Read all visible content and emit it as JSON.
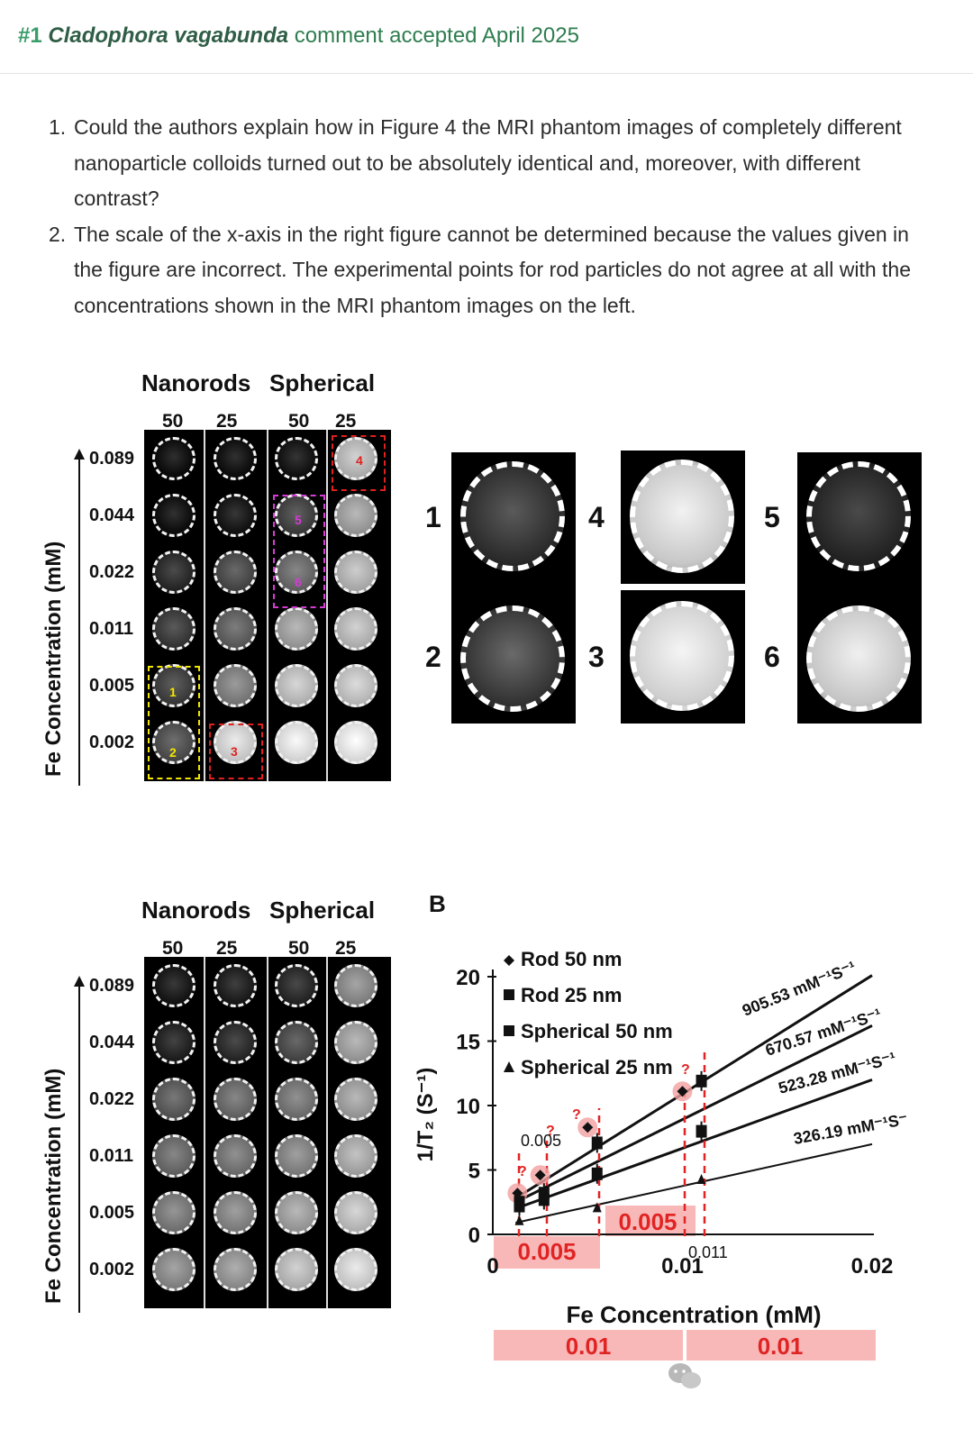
{
  "header": {
    "number": "#1",
    "species": "Cladophora vagabunda",
    "status": "comment accepted April 2025"
  },
  "comments": [
    {
      "num": "1.",
      "text": "Could the authors explain how in Figure 4 the MRI phantom images of completely different nanoparticle colloids turned out to be absolutely identical and, moreover, with different contrast?"
    },
    {
      "num": "2.",
      "text": "The scale of the x-axis in the right figure cannot be determined because the values given in the figure are incorrect. The experimental points for rod particles do not agree at all with the concentrations shown in the MRI phantom images on the left."
    }
  ],
  "phantom_top": {
    "col_groups": [
      "Nanorods",
      "Spherical"
    ],
    "sizes": [
      "50",
      "25",
      "50",
      "25"
    ],
    "ylabel": "Fe Concentration (mM)",
    "concentrations": [
      "0.089",
      "0.044",
      "0.022",
      "0.011",
      "0.005",
      "0.002"
    ],
    "markers": [
      "1",
      "2",
      "3",
      "4",
      "5",
      "6"
    ]
  },
  "zoom_panels": {
    "labels": [
      "1",
      "2",
      "4",
      "3",
      "5",
      "6"
    ]
  },
  "phantom_bottom": {
    "col_groups": [
      "Nanorods",
      "Spherical"
    ],
    "sizes": [
      "50",
      "25",
      "50",
      "25"
    ],
    "ylabel": "Fe Concentration (mM)",
    "concentrations": [
      "0.089",
      "0.044",
      "0.022",
      "0.011",
      "0.005",
      "0.002"
    ]
  },
  "chart_data": {
    "type": "scatter",
    "panel_label": "B",
    "xlabel": "Fe Concentration (mM)",
    "ylabel": "1/T₂ (S⁻¹)",
    "xlim": [
      0,
      0.02
    ],
    "ylim": [
      0,
      20
    ],
    "x_ticks": [
      "0",
      "0.01",
      "0.02"
    ],
    "y_ticks": [
      "0",
      "5",
      "10",
      "15",
      "20"
    ],
    "legend": [
      "Rod 50 nm",
      "Rod 25 nm",
      "Spherical 50 nm",
      "Spherical 25 nm"
    ],
    "legend_position": "top-left",
    "fit_labels": [
      "905.53 mM⁻¹S⁻¹",
      "670.57 mM⁻¹S⁻¹",
      "523.28 mM⁻¹S⁻¹",
      "326.19 mM⁻¹S⁻"
    ],
    "series": [
      {
        "name": "Rod 50 nm",
        "marker": "diamond",
        "x": [
          0.0013,
          0.0025,
          0.005,
          0.01
        ],
        "y": [
          3.2,
          4.6,
          8.3,
          11.1
        ]
      },
      {
        "name": "Rod 25 nm",
        "marker": "square",
        "x": [
          0.0014,
          0.0027,
          0.0055,
          0.011
        ],
        "y": [
          2.5,
          3.2,
          7.1,
          11.9
        ]
      },
      {
        "name": "Spherical 50 nm",
        "marker": "square",
        "x": [
          0.0014,
          0.0027,
          0.0055,
          0.011
        ],
        "y": [
          2.2,
          2.7,
          4.7,
          8.0
        ]
      },
      {
        "name": "Spherical 25 nm",
        "marker": "triangle",
        "x": [
          0.0014,
          0.0055,
          0.011
        ],
        "y": [
          1.0,
          2.0,
          4.2
        ]
      }
    ],
    "fit_lines": [
      {
        "x": [
          0.0012,
          0.02
        ],
        "y": [
          2.8,
          20.1
        ]
      },
      {
        "x": [
          0.0012,
          0.02
        ],
        "y": [
          2.5,
          16.2
        ]
      },
      {
        "x": [
          0.0012,
          0.02
        ],
        "y": [
          2.0,
          12.0
        ]
      },
      {
        "x": [
          0.0012,
          0.02
        ],
        "y": [
          0.9,
          7.0
        ]
      }
    ],
    "annotations": {
      "question_marks": [
        "?",
        "?",
        "?",
        "?"
      ],
      "small_labels": [
        "0.005",
        "0.011"
      ],
      "red_labels": [
        "0.005",
        "0.005",
        "0.01",
        "0.01"
      ]
    },
    "colors": {
      "highlight": "#f9b8b8",
      "annotation": "#e02424",
      "point_highlight": "#f3a0a0"
    }
  }
}
